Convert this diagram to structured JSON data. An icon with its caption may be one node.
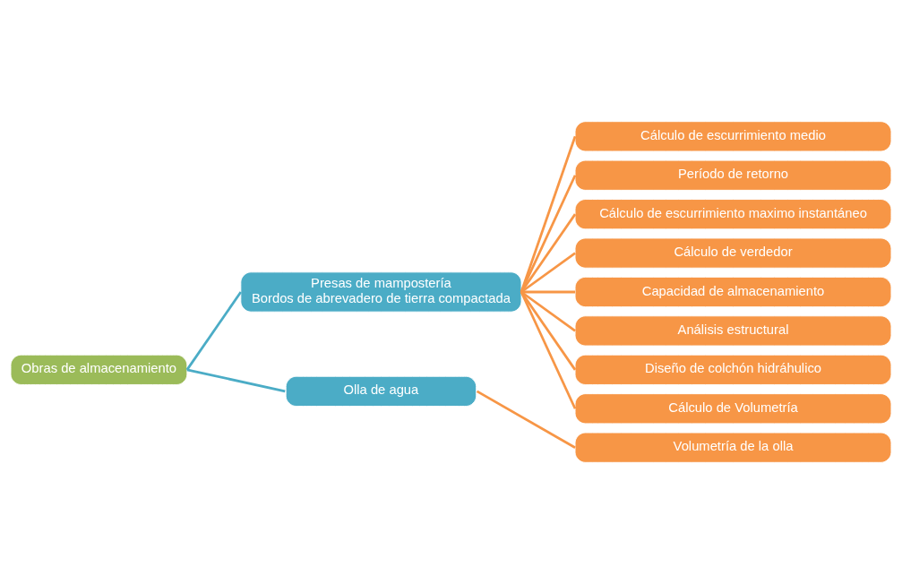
{
  "diagram": {
    "nodes": [
      {
        "text": [
          "Obras de almacenamiento"
        ]
      },
      {
        "text": [
          "Presas de mampostería",
          "Bordos de abrevadero de tierra compactada"
        ]
      },
      {
        "text": [
          "Olla de agua"
        ]
      },
      {
        "text": [
          "Cálculo de escurrimiento medio"
        ]
      },
      {
        "text": [
          "Período de retorno"
        ]
      },
      {
        "text": [
          "Cálculo de escurrimiento maximo instantáneo"
        ]
      },
      {
        "text": [
          "Cálculo de verdedor"
        ]
      },
      {
        "text": [
          "Capacidad de almacenamiento"
        ]
      },
      {
        "text": [
          "Análisis estructural"
        ]
      },
      {
        "text": [
          "Diseño de colchón hidráhulico"
        ]
      },
      {
        "text": [
          "Cálculo de Volumetría"
        ]
      },
      {
        "text": [
          "Volumetría de la olla"
        ]
      }
    ],
    "edges": [
      {
        "from": 0,
        "to": 1,
        "arrow": "none",
        "color": "#4bacc6"
      },
      {
        "from": 0,
        "to": 2,
        "arrow": "none",
        "color": "#4bacc6"
      },
      {
        "from": 1,
        "to": 3,
        "arrow": "none"
      },
      {
        "from": 1,
        "to": 4,
        "arrow": "none"
      },
      {
        "from": 1,
        "to": 5,
        "arrow": "none"
      },
      {
        "from": 1,
        "to": 6,
        "arrow": "none"
      },
      {
        "from": 1,
        "to": 7,
        "arrow": "none"
      },
      {
        "from": 1,
        "to": 8,
        "arrow": "none"
      },
      {
        "from": 1,
        "to": 9,
        "arrow": "none"
      },
      {
        "from": 1,
        "to": 10,
        "arrow": "none"
      },
      {
        "from": 2,
        "to": 11,
        "arrow": "none"
      }
    ]
  }
}
